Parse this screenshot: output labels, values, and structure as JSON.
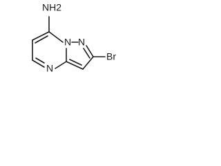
{
  "molecule": {
    "atoms": {
      "nh2": "NH2",
      "n_bridge": "N",
      "n_pyrazole": "N",
      "n_pyrimidine": "N",
      "br": "Br"
    },
    "colors": {
      "ink": "#1a1a1a",
      "background": "#ffffff"
    }
  }
}
